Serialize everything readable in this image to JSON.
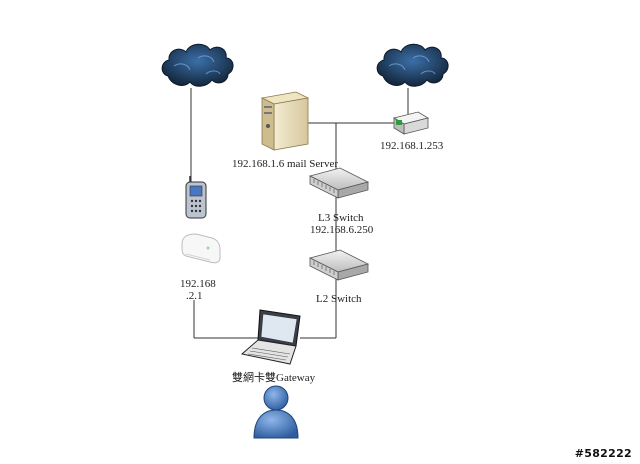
{
  "labels": {
    "mail_server": "192.168.1.6 mail Server",
    "router_ip": "192.168.1.253",
    "l3_switch": "L3 Switch",
    "l3_switch_ip": "192.168.6.250",
    "modem_ip_line1": "192.168",
    "modem_ip_line2": ".2.1",
    "l2_switch": "L2 Switch",
    "gateway": "雙網卡雙Gateway"
  },
  "watermark": "#582222",
  "icons": [
    "cloud-icon",
    "cloud-icon",
    "server-icon",
    "router-icon",
    "switch-icon",
    "switch-icon",
    "phone-icon",
    "modem-icon",
    "laptop-icon",
    "user-icon"
  ],
  "colors": {
    "line": "#333333",
    "cloud": "#1e3550",
    "cloud_light": "#6a9fd8",
    "user": "#3a6fb5"
  }
}
